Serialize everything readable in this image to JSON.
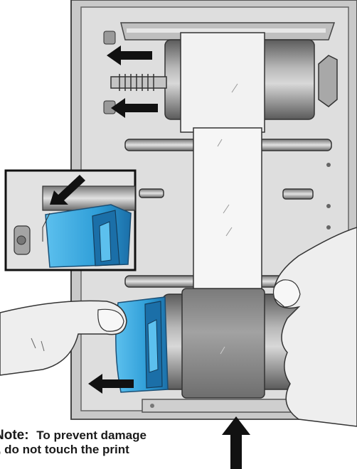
{
  "note": {
    "heading": "Note:",
    "line1": "To prevent damage",
    "line2": "l, do not touch the print"
  },
  "colors": {
    "blue_core": "#2f9ed8",
    "blue_core_dark": "#1b6fa8",
    "gray_roller": "#8a8a8a",
    "gray_panel": "#d4d4d4",
    "arrow": "#111111",
    "glove": "#ececec"
  },
  "icons": [
    "arrow-left-icon",
    "arrow-up-icon"
  ]
}
